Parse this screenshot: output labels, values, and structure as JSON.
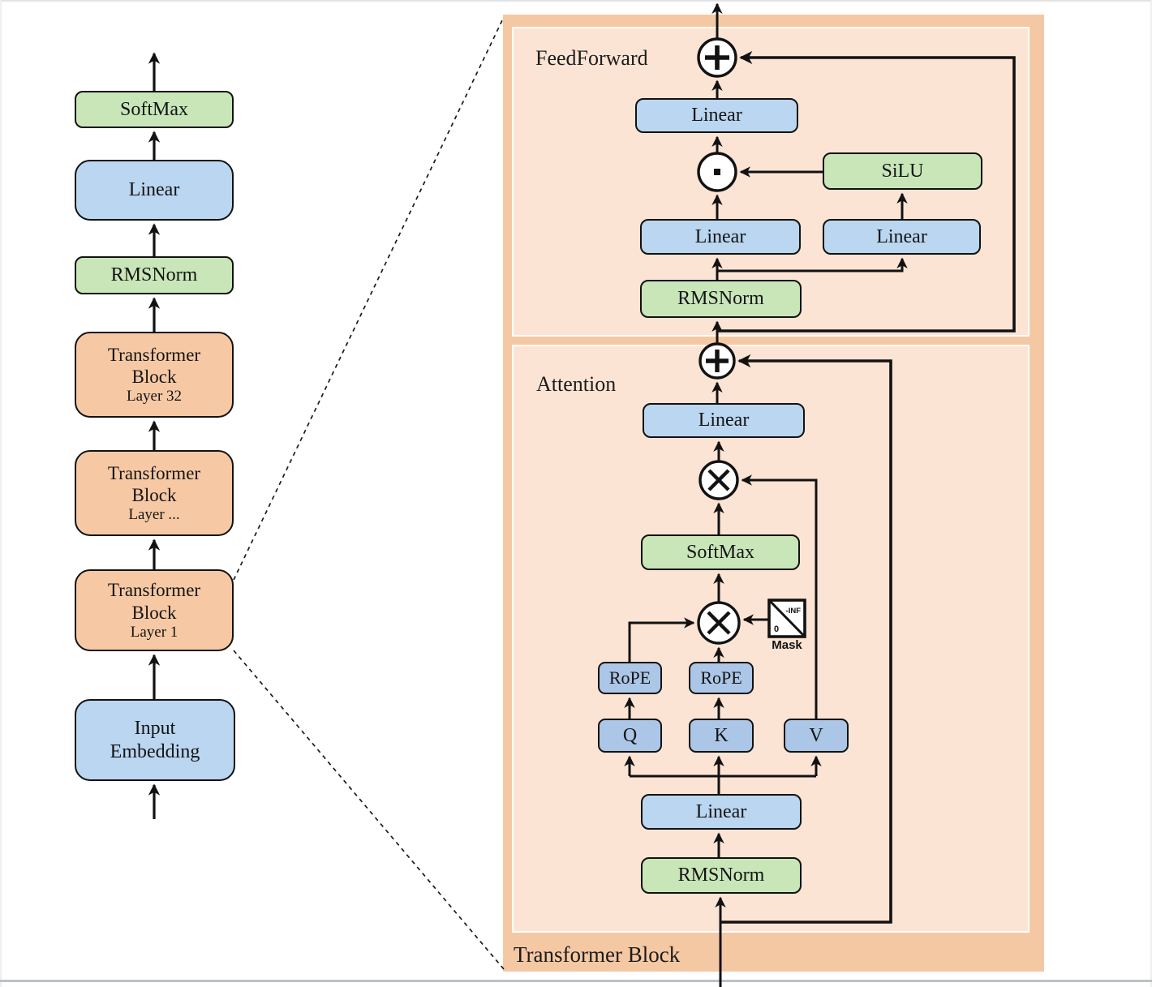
{
  "pipeline": {
    "softmax": "SoftMax",
    "linear": "Linear",
    "rmsnorm": "RMSNorm",
    "block_layer32": {
      "l1": "Transformer",
      "l2": "Block",
      "l3": "Layer 32"
    },
    "block_layer_dots": {
      "l1": "Transformer",
      "l2": "Block",
      "l3": "Layer ..."
    },
    "block_layer1": {
      "l1": "Transformer",
      "l2": "Block",
      "l3": "Layer 1"
    },
    "input_embedding": {
      "l1": "Input",
      "l2": "Embedding"
    }
  },
  "block_detail": {
    "title": "Transformer Block",
    "feedforward": {
      "label": "FeedForward",
      "linear_out": "Linear",
      "silu": "SiLU",
      "linear_gate": "Linear",
      "linear_up": "Linear",
      "rmsnorm": "RMSNorm"
    },
    "attention": {
      "label": "Attention",
      "linear_out": "Linear",
      "softmax": "SoftMax",
      "mask_label": "Mask",
      "mask_neg_inf": "-INF",
      "mask_zero": "0",
      "rope_q": "RoPE",
      "rope_k": "RoPE",
      "q": "Q",
      "k": "K",
      "v": "V",
      "linear_qkv": "Linear",
      "rmsnorm": "RMSNorm"
    },
    "operators": {
      "add": "+",
      "matmul": "×",
      "elementwise_product": "·"
    }
  },
  "colors": {
    "panel_outer": "#f5c8a4",
    "panel_inner": "#fce4d4",
    "box_green": "#c8e6b8",
    "box_blue": "#bad6f0",
    "box_blue_dark": "#abc6e6",
    "box_orange": "#f6c9a4",
    "line": "#121212"
  }
}
